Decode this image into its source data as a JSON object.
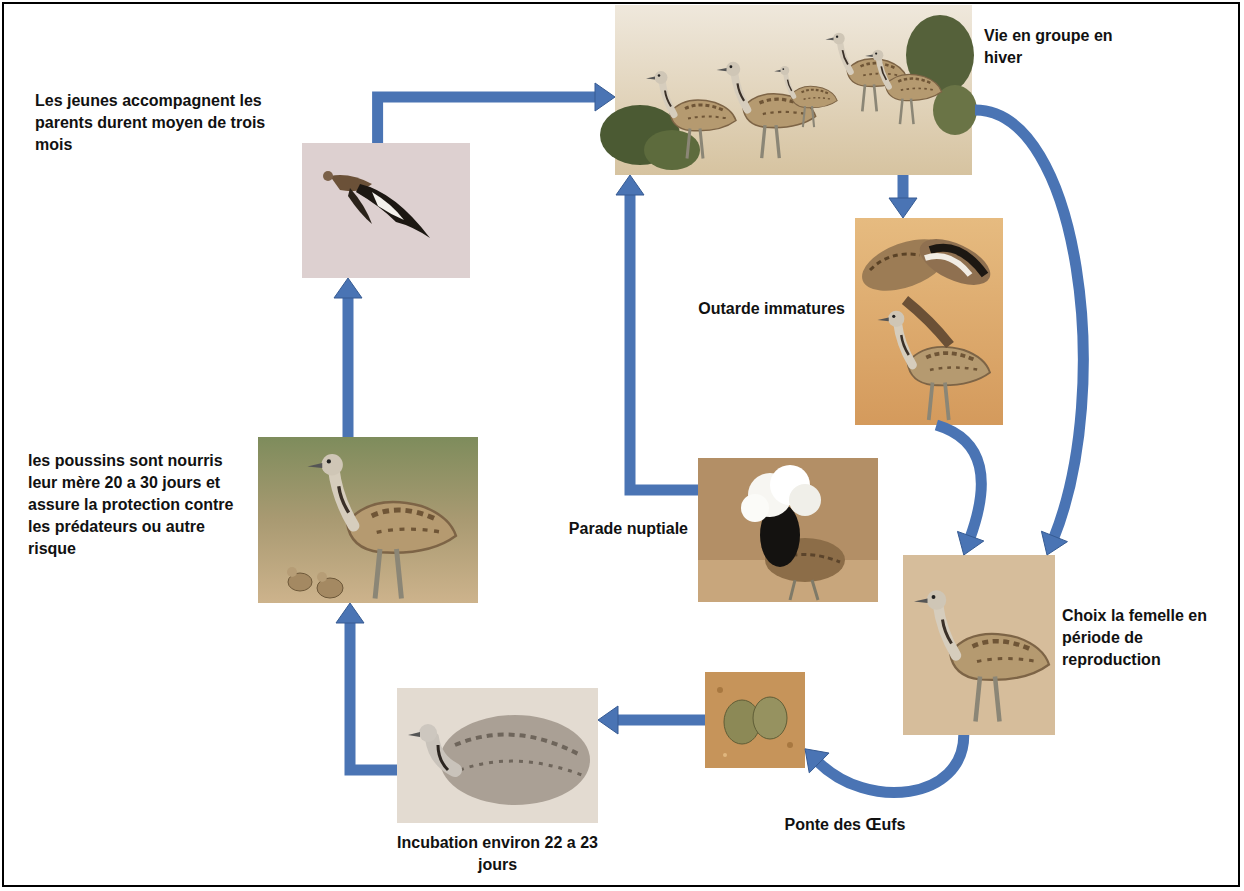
{
  "diagram": {
    "nodes": [
      {
        "text": [
          "Les jeunes accompagnent les parents durent moyen de trois mois"
        ]
      },
      {
        "text": [
          "Vie en groupe en hiver"
        ]
      },
      {
        "text": [
          "Outarde immatures"
        ]
      },
      {
        "text": [
          "les poussins sont nourris leur mère 20 a 30 jours et assure la protection contre les prédateurs ou autre risque"
        ]
      },
      {
        "text": [
          "Parade nuptiale"
        ]
      },
      {
        "text": [
          "Choix la femelle en période de reproduction"
        ]
      },
      {
        "text": [
          "Incubation environ 22 a 23 jours"
        ]
      },
      {
        "text": [
          "Ponte des Œufs"
        ]
      }
    ],
    "edges": [
      {
        "from": 0,
        "to": 1,
        "arrow": "to"
      },
      {
        "from": 1,
        "to": 2,
        "arrow": "to"
      },
      {
        "from": 4,
        "to": 1,
        "arrow": "to"
      },
      {
        "from": 1,
        "to": 5,
        "arrow": "to"
      },
      {
        "from": 2,
        "to": 5,
        "arrow": "to"
      },
      {
        "from": 5,
        "to": 7,
        "arrow": "to"
      },
      {
        "from": 7,
        "to": 6,
        "arrow": "to"
      },
      {
        "from": 6,
        "to": 3,
        "arrow": "to"
      },
      {
        "from": 3,
        "to": 0,
        "arrow": "to"
      }
    ]
  }
}
